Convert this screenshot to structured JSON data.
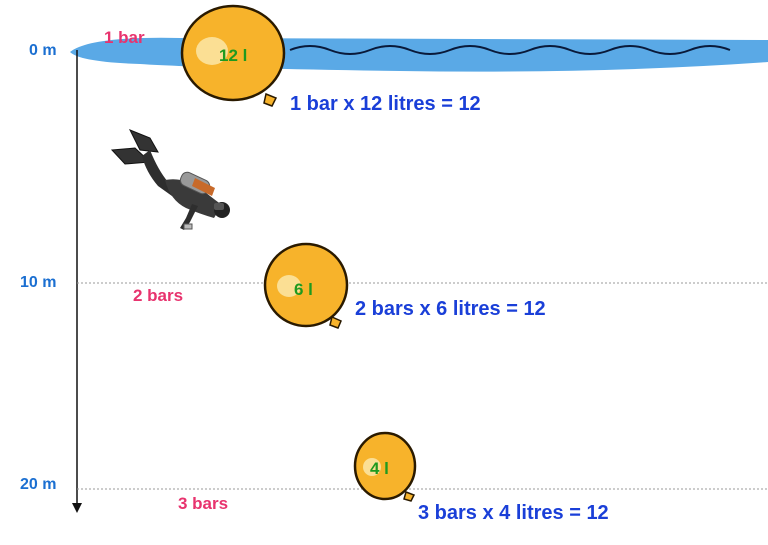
{
  "depths": [
    {
      "label": "0 m"
    },
    {
      "label": "10 m"
    },
    {
      "label": "20 m"
    }
  ],
  "pressures": [
    {
      "label": "1 bar"
    },
    {
      "label": "2 bars"
    },
    {
      "label": "3 bars"
    }
  ],
  "balloons": [
    {
      "volume": "12 l",
      "equation": "1 bar x 12 litres = 12"
    },
    {
      "volume": "6 l",
      "equation": "2 bars x 6 litres = 12"
    },
    {
      "volume": "4 l",
      "equation": "3 bars x 4 litres = 12"
    }
  ],
  "colors": {
    "water": "#5aa9e6",
    "balloon": "#f7b32b",
    "balloon_outline": "#2a1a00",
    "depth_text": "#1b6fd1",
    "pressure_text": "#e8336e",
    "equation_text": "#1a3fd8",
    "volume_text": "#1f9a1f"
  }
}
